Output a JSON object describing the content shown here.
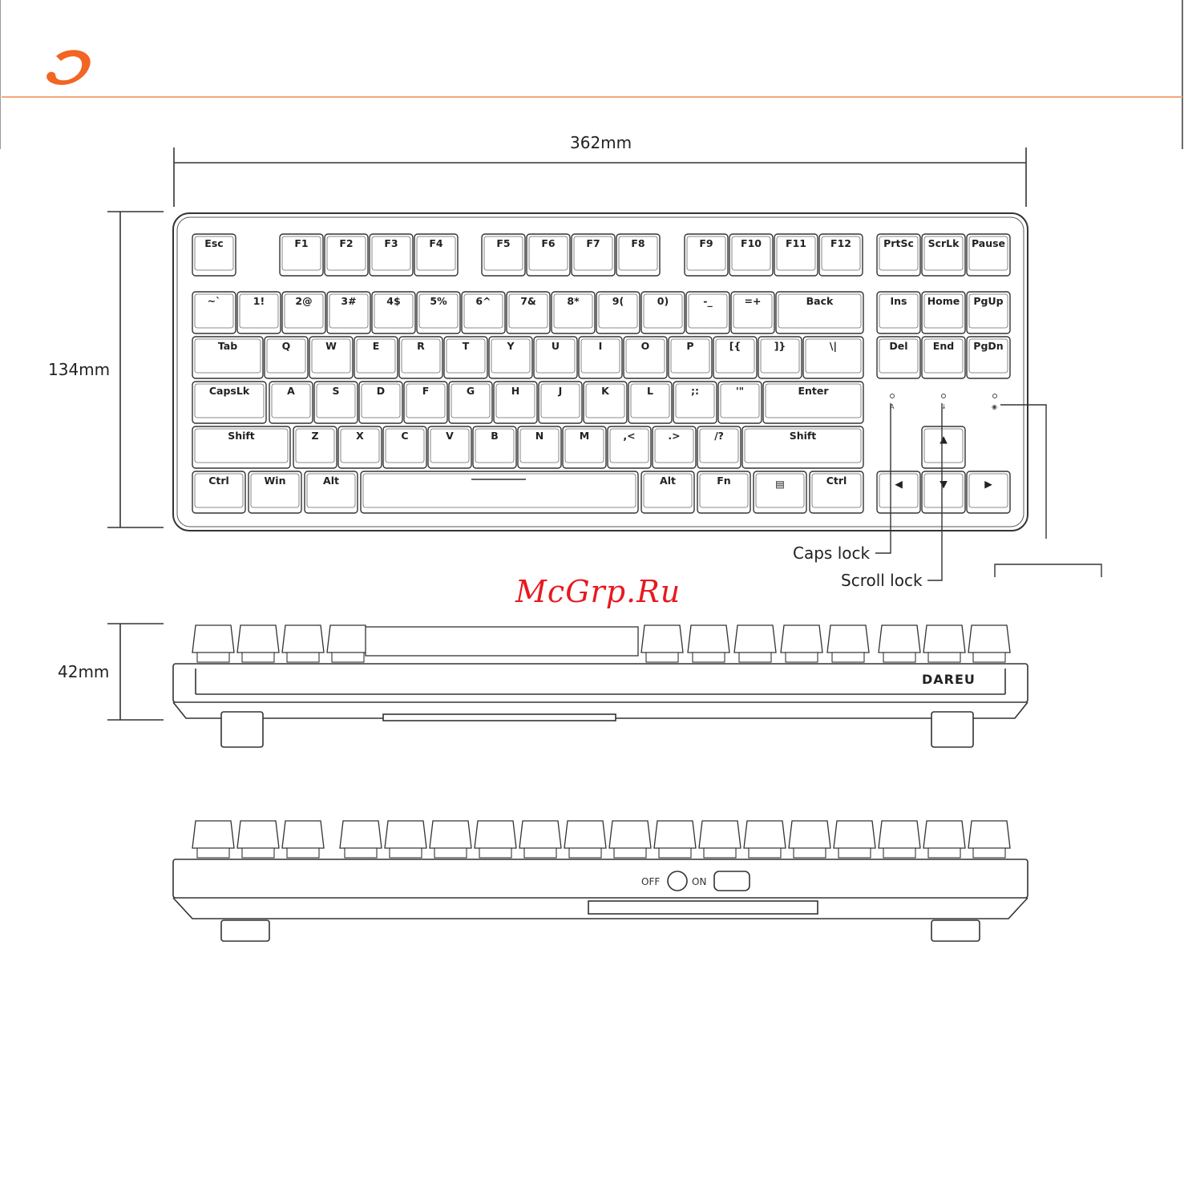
{
  "brand": {
    "logo_icon": "dareu-logo-icon",
    "accent_color": "#f26522",
    "side_brand": "DAREU"
  },
  "dimensions": {
    "width": "362mm",
    "depth": "134mm",
    "height": "42mm"
  },
  "watermark": "McGrp.Ru",
  "callouts": {
    "caps_lock": "Caps lock",
    "scroll_lock": "Scroll lock"
  },
  "switch": {
    "off": "OFF",
    "on": "ON"
  },
  "keyboard": {
    "function_row": [
      "Esc",
      "F1",
      "F2",
      "F3",
      "F4",
      "F5",
      "F6",
      "F7",
      "F8",
      "F9",
      "F10",
      "F11",
      "F12",
      "PrtSc",
      "ScrLk",
      "Pause"
    ],
    "number_row": [
      "~`",
      "1!",
      "2@",
      "3#",
      "4$",
      "5%",
      "6^",
      "7&",
      "8*",
      "9(",
      "0)",
      "-_",
      "=+",
      "Back"
    ],
    "top_row": [
      "Tab",
      "Q",
      "W",
      "E",
      "R",
      "T",
      "Y",
      "U",
      "I",
      "O",
      "P",
      "[{",
      "]}",
      "\\|"
    ],
    "home_row": [
      "CapsLk",
      "A",
      "S",
      "D",
      "F",
      "G",
      "H",
      "J",
      "K",
      "L",
      ";:",
      "'\"",
      "Enter"
    ],
    "bottom_row": [
      "Shift",
      "Z",
      "X",
      "C",
      "V",
      "B",
      "N",
      "M",
      ",<",
      ".>",
      "/?",
      "Shift"
    ],
    "space_row": [
      "Ctrl",
      "Win",
      "Alt",
      "",
      "Alt",
      "Fn",
      "menu-icon",
      "Ctrl"
    ],
    "nav_cluster": [
      "Ins",
      "Home",
      "PgUp",
      "Del",
      "End",
      "PgDn"
    ],
    "arrows": [
      "up-arrow-icon",
      "left-arrow-icon",
      "down-arrow-icon",
      "right-arrow-icon"
    ]
  }
}
